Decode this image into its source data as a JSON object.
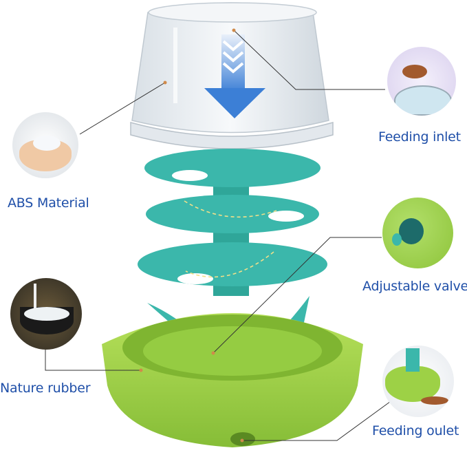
{
  "labels": {
    "feeding_inlet": "Feeding inlet",
    "abs_material": "ABS Material",
    "adjustable_valve": "Adjustable valve",
    "nature_rubber": "Nature rubber",
    "feeding_outlet": "Feeding oulet"
  },
  "colors": {
    "label_text": "#1f4fa8",
    "teal": "#3bb7ab",
    "green": "#9dd146",
    "dome": "#e9eef3",
    "arrow": "#3c7fd6"
  }
}
